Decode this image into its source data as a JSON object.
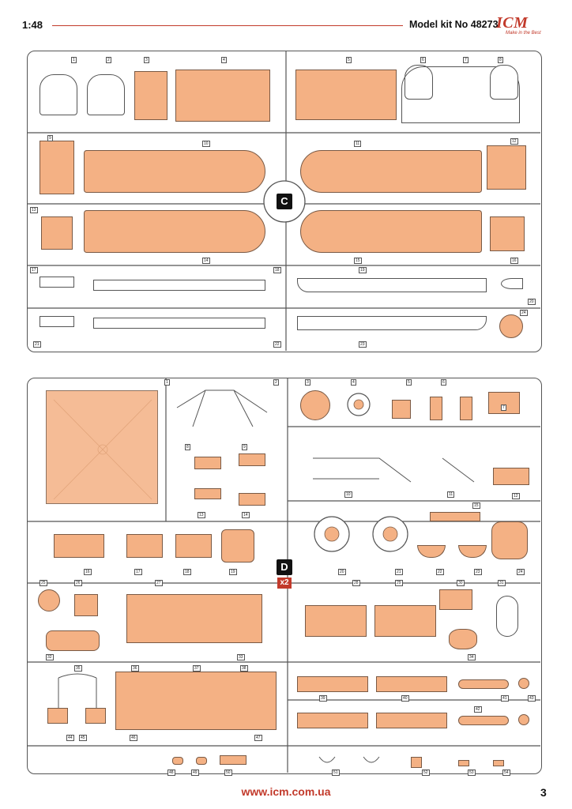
{
  "header": {
    "scale": "1:48",
    "kit_label": "Model kit No 48273",
    "logo_text": "ICM",
    "logo_tagline": "Make in the Best"
  },
  "sprue_c": {
    "letter": "C",
    "part_numbers": [
      "1",
      "2",
      "3",
      "4",
      "5",
      "6",
      "7",
      "8",
      "9",
      "10",
      "11",
      "12",
      "13",
      "14",
      "15",
      "16",
      "17",
      "18",
      "19",
      "20",
      "21",
      "22",
      "23",
      "24"
    ]
  },
  "sprue_d": {
    "letter": "D",
    "multiplier": "x2",
    "part_numbers": [
      "1",
      "2",
      "3",
      "4",
      "5",
      "6",
      "7",
      "8",
      "9",
      "10",
      "11",
      "12",
      "13",
      "14",
      "15",
      "16",
      "17",
      "18",
      "19",
      "20",
      "21",
      "22",
      "23",
      "24",
      "25",
      "26",
      "27",
      "28",
      "29",
      "30",
      "31",
      "32",
      "33",
      "34",
      "35",
      "36",
      "37",
      "38",
      "39",
      "40",
      "41",
      "42",
      "43",
      "44",
      "45",
      "46",
      "47",
      "48",
      "49",
      "50",
      "51",
      "52",
      "53",
      "54"
    ]
  },
  "footer": {
    "url": "www.icm.com.ua",
    "page_number": "3"
  },
  "colors": {
    "accent": "#c23a2b",
    "highlight": "#f4b184"
  }
}
